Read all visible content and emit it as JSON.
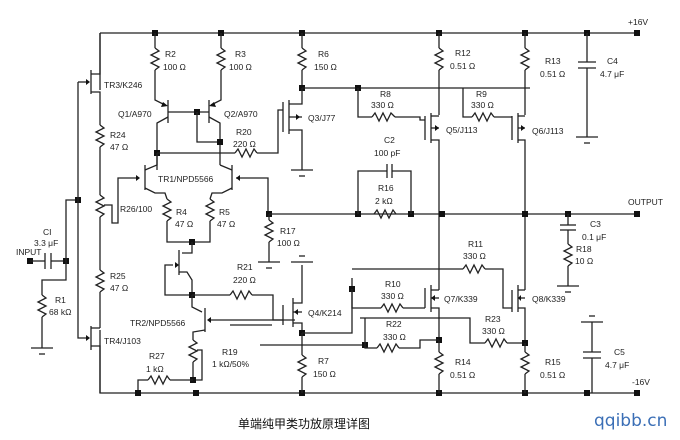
{
  "title": "单端纯甲类功放原理详图",
  "watermark": "qqibb.cn",
  "rails": {
    "positive": "+16V",
    "negative": "-16V"
  },
  "ports": {
    "input": "INPUT",
    "output": "OUTPUT"
  },
  "colors": {
    "wire": "#222222",
    "watermark": "#3b6fb6"
  },
  "components": {
    "R1": {
      "ref": "R1",
      "value": "68 kΩ"
    },
    "R2": {
      "ref": "R2",
      "value": "100 Ω"
    },
    "R3": {
      "ref": "R3",
      "value": "100 Ω"
    },
    "R4": {
      "ref": "R4",
      "value": "47 Ω"
    },
    "R5": {
      "ref": "R5",
      "value": "47 Ω"
    },
    "R6": {
      "ref": "R6",
      "value": "150 Ω"
    },
    "R7": {
      "ref": "R7",
      "value": "150 Ω"
    },
    "R8": {
      "ref": "R8",
      "value": "330 Ω"
    },
    "R9": {
      "ref": "R9",
      "value": "330 Ω"
    },
    "R10": {
      "ref": "R10",
      "value": "330 Ω"
    },
    "R11": {
      "ref": "R11",
      "value": "330 Ω"
    },
    "R12": {
      "ref": "R12",
      "value": "0.51 Ω"
    },
    "R13": {
      "ref": "R13",
      "value": "0.51 Ω"
    },
    "R14": {
      "ref": "R14",
      "value": "0.51 Ω"
    },
    "R15": {
      "ref": "R15",
      "value": "0.51 Ω"
    },
    "R16": {
      "ref": "R16",
      "value": "2 kΩ"
    },
    "R17": {
      "ref": "R17",
      "value": "100 Ω"
    },
    "R18": {
      "ref": "R18",
      "value": "10 Ω"
    },
    "R19": {
      "ref": "R19",
      "value": "1 kΩ/50%"
    },
    "R20": {
      "ref": "R20",
      "value": "220 Ω"
    },
    "R21": {
      "ref": "R21",
      "value": "220 Ω"
    },
    "R22": {
      "ref": "R22",
      "value": "330 Ω"
    },
    "R23": {
      "ref": "R23",
      "value": "330 Ω"
    },
    "R24": {
      "ref": "R24",
      "value": "47 Ω"
    },
    "R25": {
      "ref": "R25",
      "value": "47 Ω"
    },
    "R26": {
      "ref": "R26/100"
    },
    "R27": {
      "ref": "R27",
      "value": "1 kΩ"
    },
    "C1": {
      "ref": "CI",
      "value": "3.3 μF"
    },
    "C2": {
      "ref": "C2",
      "value": "100 pF"
    },
    "C3": {
      "ref": "C3",
      "value": "0.1 μF"
    },
    "C4": {
      "ref": "C4",
      "value": "4.7 μF"
    },
    "C5": {
      "ref": "C5",
      "value": "4.7 μF"
    },
    "Q1": {
      "ref": "Q1/A970"
    },
    "Q2": {
      "ref": "Q2/A970"
    },
    "Q3": {
      "ref": "Q3/J77"
    },
    "Q4": {
      "ref": "Q4/K214"
    },
    "Q5": {
      "ref": "Q5/J113"
    },
    "Q6": {
      "ref": "Q6/J113"
    },
    "Q7": {
      "ref": "Q7/K339"
    },
    "Q8": {
      "ref": "Q8/K339"
    },
    "TR1": {
      "ref": "TR1/NPD5566"
    },
    "TR2": {
      "ref": "TR2/NPD5566"
    },
    "TR3": {
      "ref": "TR3/K246"
    },
    "TR4": {
      "ref": "TR4/J103"
    }
  }
}
